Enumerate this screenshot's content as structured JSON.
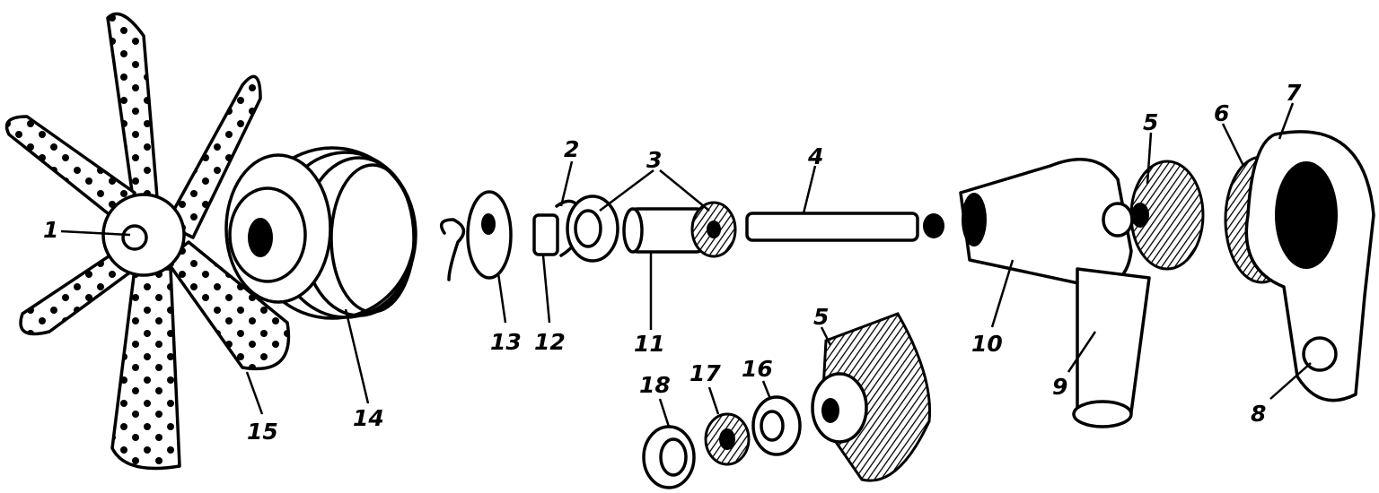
{
  "labels": {
    "l1": "1",
    "l2": "2",
    "l3": "3",
    "l4": "4",
    "l5a": "5",
    "l5b": "5",
    "l6": "6",
    "l7": "7",
    "l8": "8",
    "l9": "9",
    "l10": "10",
    "l11": "11",
    "l12": "12",
    "l13": "13",
    "l14": "14",
    "l15": "15",
    "l16": "16",
    "l17": "17",
    "l18": "18"
  }
}
